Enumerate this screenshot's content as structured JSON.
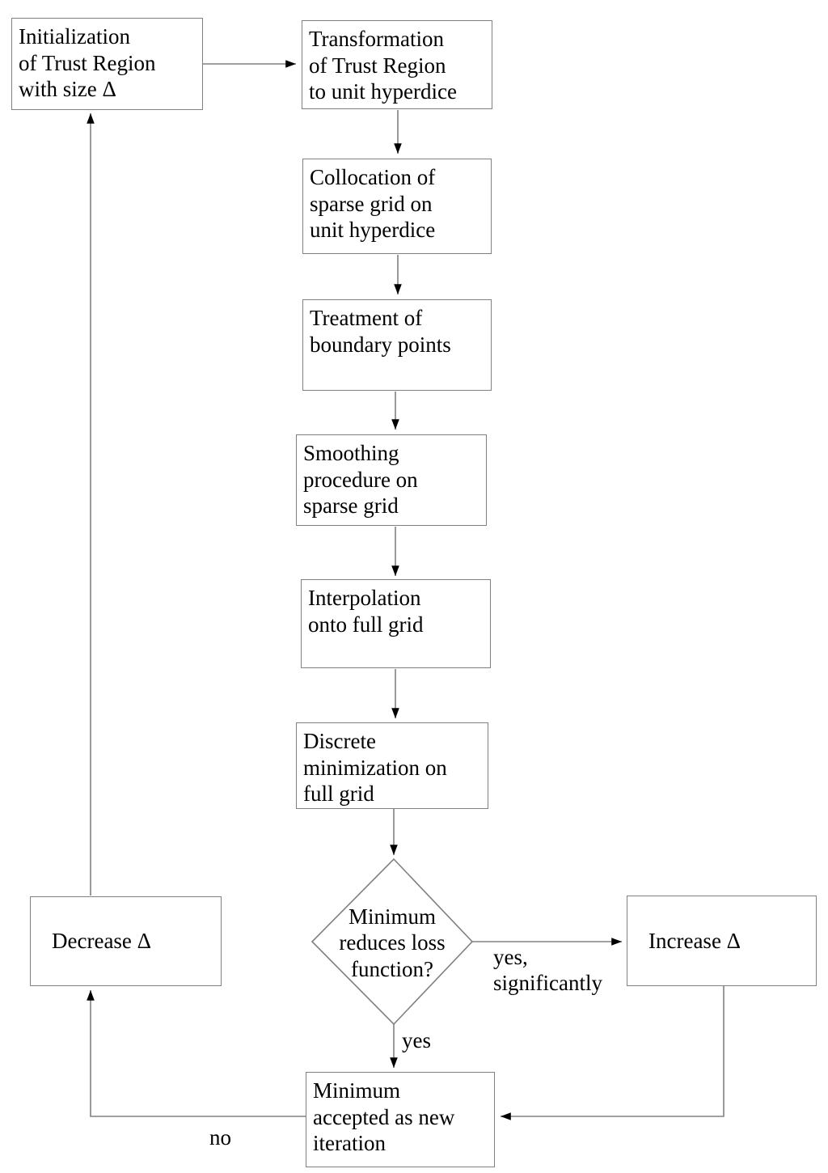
{
  "diagram": {
    "title": "Trust Region sparse grid optimization flowchart",
    "background_color": "#ffffff",
    "line_color": "#808080",
    "arrow_color": "#000000",
    "text_color": "#000000"
  },
  "nodes": {
    "initialization": {
      "label": "Initialization\nof Trust Region\nwith size Δ",
      "shape": "rectangle"
    },
    "transformation": {
      "label": "Transformation\nof Trust Region\nto unit hyperdice",
      "shape": "rectangle"
    },
    "collocation": {
      "label": "Collocation of\nsparse grid on\nunit hyperdice",
      "shape": "rectangle"
    },
    "treatment": {
      "label": "Treatment of\nboundary points",
      "shape": "rectangle"
    },
    "smoothing": {
      "label": "Smoothing\nprocedure on\nsparse grid",
      "shape": "rectangle"
    },
    "interpolation": {
      "label": "Interpolation\nonto full grid",
      "shape": "rectangle"
    },
    "discrete_minimization": {
      "label": "Discrete\nminimization on\nfull grid",
      "shape": "rectangle"
    },
    "decision": {
      "label": "Minimum\nreduces loss\nfunction?",
      "shape": "diamond"
    },
    "decrease": {
      "label": "Decrease Δ",
      "shape": "rectangle"
    },
    "increase": {
      "label": "Increase Δ",
      "shape": "rectangle"
    },
    "accepted": {
      "label": "Minimum\naccepted as new\niteration",
      "shape": "rectangle"
    }
  },
  "edge_labels": {
    "yes_significantly": "yes,\nsignificantly",
    "yes": "yes",
    "no": "no"
  }
}
